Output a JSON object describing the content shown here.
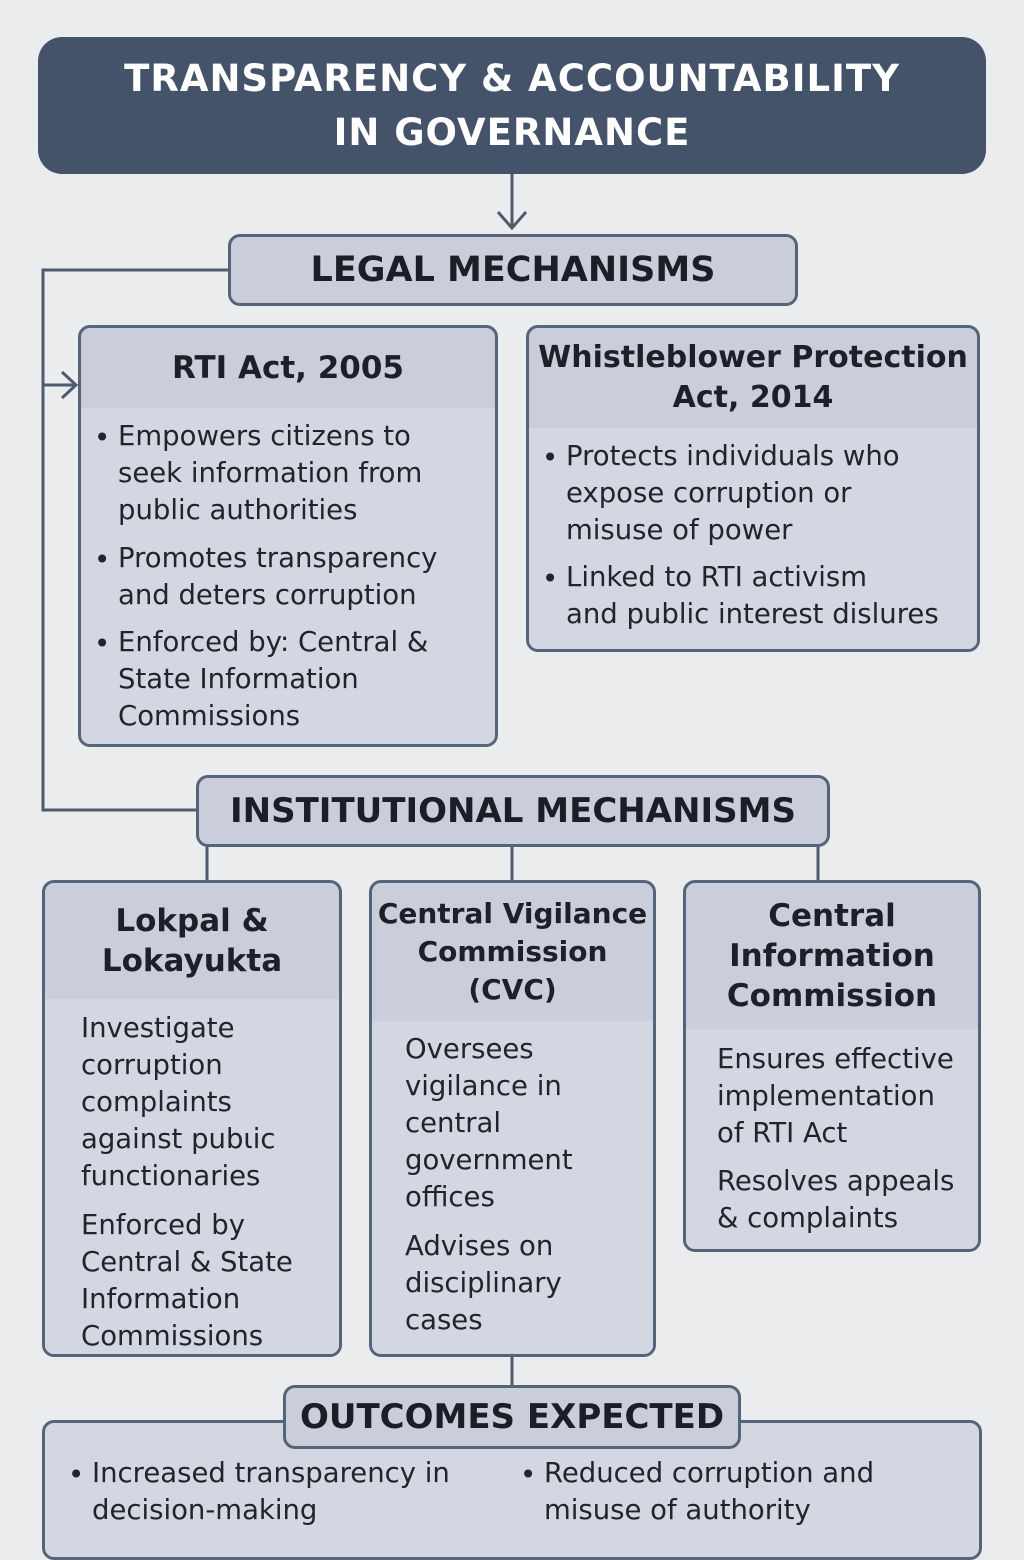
{
  "title": {
    "line1": "TRANSPARENCY & ACCOUNTABILITY",
    "line2": "IN GOVERNANCE"
  },
  "legal": {
    "header": "LEGAL MECHANISMS",
    "rti": {
      "title": "RTI Act, 2005",
      "bullet1": [
        "Empowers citizens to",
        "seek information from",
        "public authorities"
      ],
      "bullet2": [
        "Promotes transparency",
        "and deters corruption"
      ],
      "bullet3": [
        "Enforced by: Central &",
        "State Information",
        "Commissions"
      ]
    },
    "whistleblower": {
      "title_line1": "Whistleblower Protection",
      "title_line2": "Act, 2014",
      "bullet1": [
        "Protects individuals who",
        "expose corruption or",
        "misuse of power"
      ],
      "bullet2": [
        "Linked to RTI activism",
        "and public interest dislures"
      ]
    }
  },
  "institutional": {
    "header": "INSTITUTIONAL MECHANISMS",
    "lokpal": {
      "title_line1": "Lokpal &",
      "title_line2": "Lokayukta",
      "para1": [
        "Investigate",
        "corruption",
        "complaints",
        "against pubꙇic",
        "functionaries"
      ],
      "para2": [
        "Enforced by",
        "Central & State",
        "Information",
        "Commissions"
      ]
    },
    "cvc": {
      "title_line1": "Central Vigilance",
      "title_line2": "Commission",
      "title_line3": "(CVC)",
      "para1": [
        "Oversees",
        "vigilance in",
        "central",
        "government",
        "offices"
      ],
      "para2": [
        "Advises on",
        "disciplinary",
        "cases"
      ]
    },
    "cic": {
      "title_line1": "Central",
      "title_line2": "Information",
      "title_line3": "Commission",
      "para1": [
        "Ensures effective",
        "implementation",
        "of RTI Act"
      ],
      "para2": [
        "Resolves appeals",
        "& complaints"
      ]
    }
  },
  "outcomes": {
    "header": "OUTCOMES EXPECTED",
    "item1": [
      "Increased transparency in",
      "decision-making"
    ],
    "item2": [
      "Reduced corruption and",
      "misuse of authority"
    ]
  },
  "colors": {
    "banner": "#44526a",
    "box_fill": "#c9ceda",
    "box_border": "#56647a",
    "background": "#ebecee"
  }
}
